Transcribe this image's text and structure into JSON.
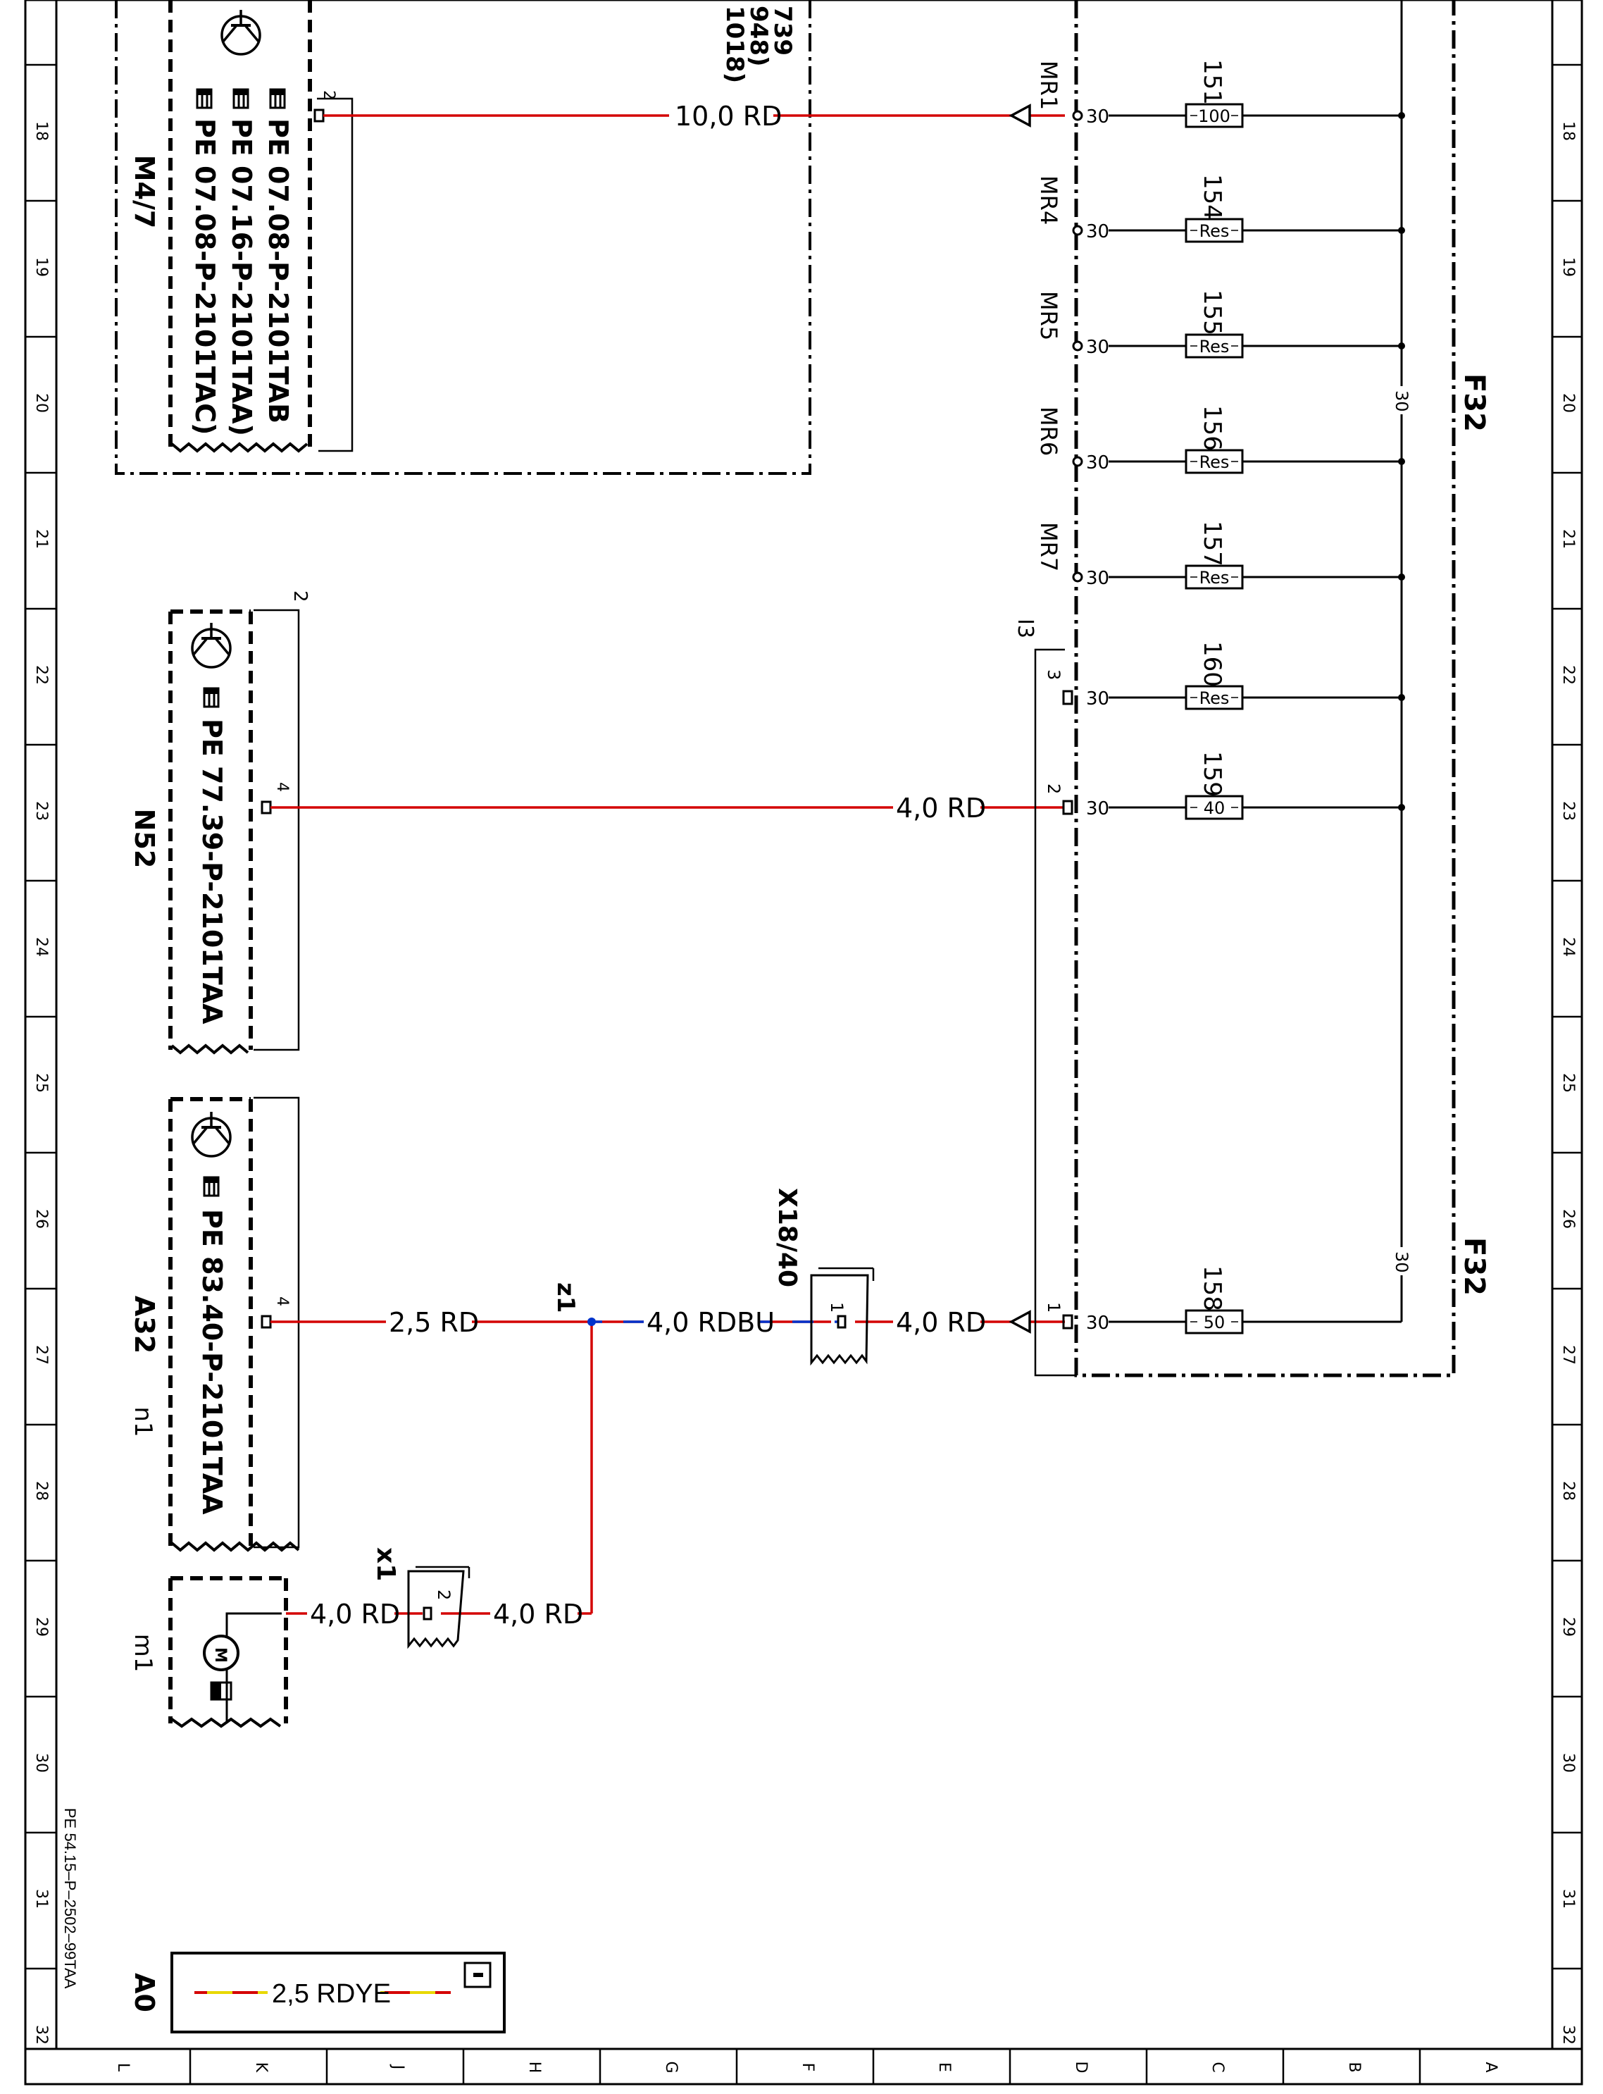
{
  "frame": {
    "rows": [
      "18",
      "19",
      "20",
      "21",
      "22",
      "23",
      "24",
      "25",
      "26",
      "27",
      "28",
      "29",
      "30",
      "31",
      "32"
    ],
    "columns": [
      "L",
      "K",
      "J",
      "H",
      "G",
      "F",
      "E",
      "D",
      "C",
      "B",
      "A"
    ]
  },
  "sheet_ref": "PE 54.15–P–2502–99TAA",
  "components": {
    "m47": {
      "name": "M4/7",
      "refs": [
        "PE 07.08-P-2101TAB",
        "PE 07.16-P-2101TAA)",
        "PE 07.08-P-2101TAC)"
      ],
      "pin": "2"
    },
    "n52": {
      "name": "N52",
      "ref": "PE 77.39-P-2101TAA",
      "pin": "4",
      "pin_top": "2"
    },
    "a32": {
      "name": "A32",
      "sub": "n1",
      "ref": "PE 83.40-P-2101TAA",
      "pin": "4"
    },
    "m1": {
      "name": "m1"
    },
    "x1": {
      "name": "x1",
      "pin": "2"
    },
    "x1840": {
      "name": "X18/40",
      "pin": "1"
    },
    "z1": {
      "name": "z1"
    },
    "f32": {
      "name": "F32"
    },
    "a0": {
      "name": "A0",
      "legend_wire": "2,5 RDYE"
    }
  },
  "top_refs": [
    "739",
    "948)",
    "1018)"
  ],
  "wires": {
    "w_m47": "10,0 RD",
    "w_n52": "4,0 RD",
    "w_a32": "2,5 RD",
    "w_z1_x1840": "4,0 RDBU",
    "w_x1840_f32": "4,0 RD",
    "w_m1_x1": "4,0 RD",
    "w_x1_z1": "4,0 RD"
  },
  "fuses": [
    {
      "num": "151",
      "rating": "100",
      "terminal": "30",
      "label": "MR1"
    },
    {
      "num": "154",
      "rating": "Res",
      "terminal": "30",
      "label": "MR4"
    },
    {
      "num": "155",
      "rating": "Res",
      "terminal": "30",
      "label": "MR5"
    },
    {
      "num": "156",
      "rating": "Res",
      "terminal": "30",
      "label": "MR6"
    },
    {
      "num": "157",
      "rating": "Res",
      "terminal": "30",
      "label": "MR7"
    },
    {
      "num": "160",
      "rating": "Res",
      "terminal": "30",
      "label": ""
    },
    {
      "num": "159",
      "rating": "40",
      "terminal": "30",
      "label": ""
    },
    {
      "num": "158",
      "rating": "50",
      "terminal": "30",
      "label": ""
    }
  ],
  "connector_i3": {
    "name": "I3",
    "pin_a": "3",
    "pin_b": "2",
    "pin_c": "1"
  },
  "bus_label": "30",
  "colors": {
    "red": "#d40000",
    "blue": "#0033cc",
    "yellow": "#e8d800",
    "line": "#000000"
  },
  "icons": [
    "transistor-symbol-icon",
    "hand-pointer-icon",
    "motor-icon",
    "info-icon"
  ]
}
